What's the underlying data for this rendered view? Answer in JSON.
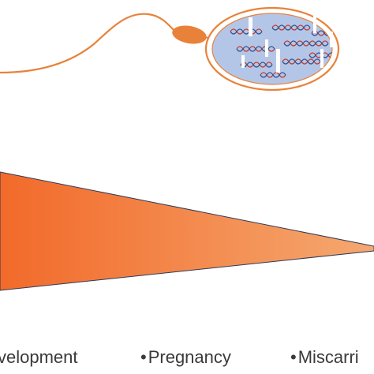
{
  "outcomes": [
    {
      "label": "velopment"
    },
    {
      "label": "Pregnancy"
    },
    {
      "label": "Miscarri"
    }
  ],
  "bullet_glyph": "•",
  "colors": {
    "sperm_stroke": "#e8823a",
    "sperm_head": "#e8823a",
    "nucleus_fill": "#b4c6e7",
    "nucleus_stroke": "#e8823a",
    "dna_red": "#c0392b",
    "dna_blue": "#2f4f8f",
    "gradient_start": "#f26a2a",
    "gradient_end": "#f5a870",
    "text": "#3a3a3a"
  },
  "icons": {
    "sperm": "sperm-icon",
    "nucleus": "sperm-nucleus-dna-icon",
    "gradient_wedge": "decreasing-gradient-wedge"
  }
}
